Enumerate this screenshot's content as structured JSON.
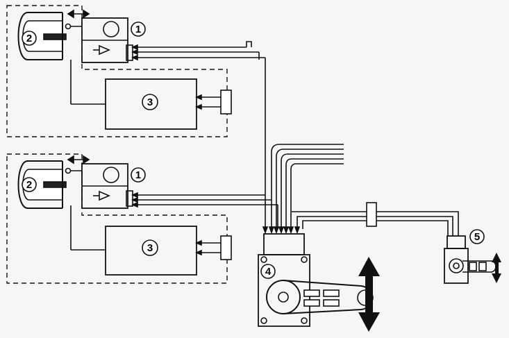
{
  "diagram": {
    "callouts": {
      "top_sensor": "1",
      "top_headlamp": "2",
      "top_unit": "3",
      "bottom_sensor": "1",
      "bottom_headlamp": "2",
      "bottom_unit": "3",
      "control_unit": "4",
      "level_sensor": "5"
    },
    "colors": {
      "ink": "#111111",
      "paper": "#f6f6f4",
      "arrow": "#111111"
    }
  }
}
